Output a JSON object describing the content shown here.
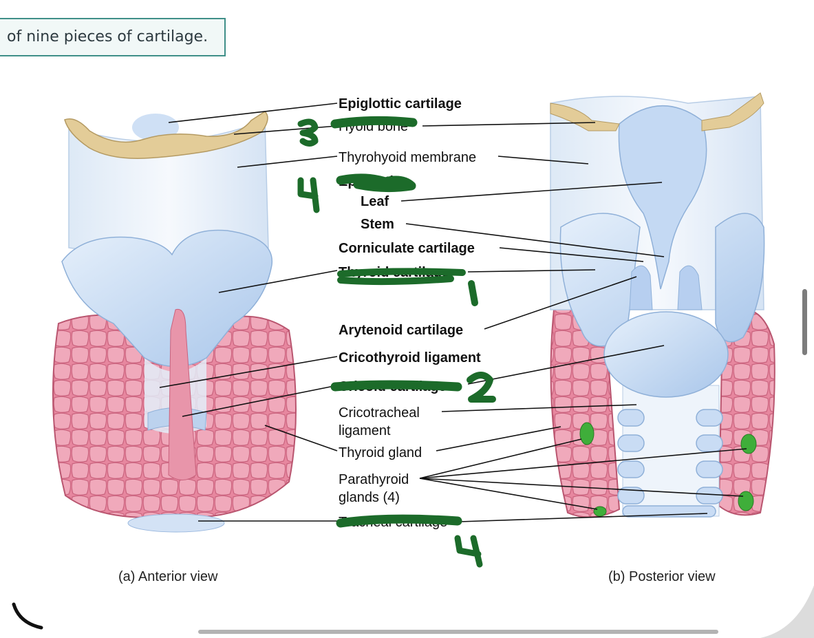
{
  "caption": "of nine pieces of cartilage.",
  "labels": {
    "epiglottic": "Epiglottic cartilage",
    "hyoid": "Hyoid bone",
    "thyrohyoid": "Thyrohyoid membrane",
    "epiglottis_heading": "Epiglottis",
    "leaf": "Leaf",
    "stem": "Stem",
    "corniculate": "Corniculate cartilage",
    "thyroid_cartilage": "Thyroid cartilage",
    "arytenoid": "Arytenoid cartilage",
    "cricothyroid": "Cricothyroid ligament",
    "cricoid": "Cricoid cartilage",
    "cricotracheal_1": "Cricotracheal",
    "cricotracheal_2": "ligament",
    "thyroid_gland": "Thyroid gland",
    "parathyroid_1": "Parathyroid",
    "parathyroid_2": "glands (4)",
    "tracheal": "Tracheal cartilage"
  },
  "views": {
    "anterior": "(a) Anterior view",
    "posterior": "(b) Posterior view"
  },
  "handwritten_numbers": [
    "3",
    "4",
    "1",
    "2",
    "4"
  ],
  "colors": {
    "cartilage": "#c9dcf4",
    "bone": "#e3cc98",
    "gland": "#e07f9a",
    "parathyroid": "#3fae3a",
    "marker": "#1c6b2a",
    "caption_border": "#3f8f88"
  }
}
